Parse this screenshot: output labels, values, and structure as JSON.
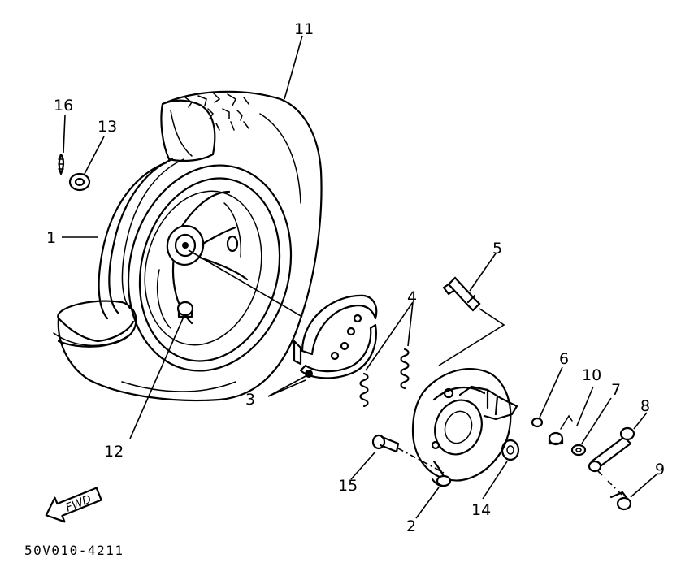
{
  "drawing_code": "50V010-4211",
  "fwd_label": "FWD",
  "callouts": [
    {
      "id": "1",
      "label": "1"
    },
    {
      "id": "2",
      "label": "2"
    },
    {
      "id": "3",
      "label": "3"
    },
    {
      "id": "4",
      "label": "4"
    },
    {
      "id": "5",
      "label": "5"
    },
    {
      "id": "6",
      "label": "6"
    },
    {
      "id": "7",
      "label": "7"
    },
    {
      "id": "8",
      "label": "8"
    },
    {
      "id": "9",
      "label": "9"
    },
    {
      "id": "10",
      "label": "10"
    },
    {
      "id": "11",
      "label": "11"
    },
    {
      "id": "12",
      "label": "12"
    },
    {
      "id": "13",
      "label": "13"
    },
    {
      "id": "14",
      "label": "14"
    },
    {
      "id": "15",
      "label": "15"
    },
    {
      "id": "16",
      "label": "16"
    }
  ]
}
